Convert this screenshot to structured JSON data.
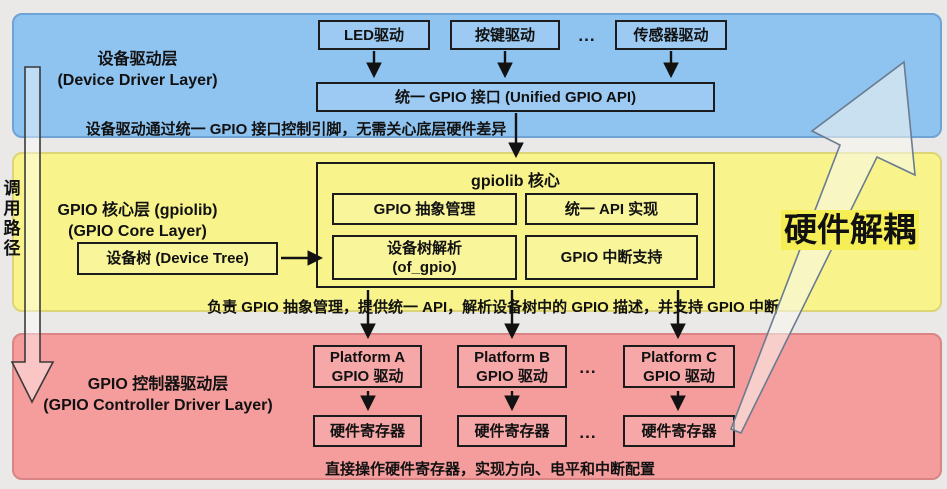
{
  "colors": {
    "layer_blue": "#8fc3f0",
    "layer_blue_border": "#6fa3d6",
    "layer_yellow": "#f8f48b",
    "layer_yellow_border": "#dcd476",
    "layer_red": "#f59c9c",
    "layer_red_border": "#da8585",
    "highlight_yellow": "#f5ee55",
    "box_border": "#1c1c1c",
    "arrow_color": "#111111"
  },
  "side": {
    "call_path": "调用路径",
    "decoupling": "硬件解耦"
  },
  "device_layer": {
    "title_zh": "设备驱动层",
    "title_en": "(Device Driver Layer)",
    "drivers": [
      "LED驱动",
      "按键驱动",
      "传感器驱动"
    ],
    "unified_api": "统一 GPIO 接口 (Unified GPIO API)",
    "caption": "设备驱动通过统一 GPIO 接口控制引脚，无需关心底层硬件差异"
  },
  "core_layer": {
    "title_zh": "GPIO 核心层 (gpiolib)",
    "title_en": "(GPIO Core Layer)",
    "device_tree": "设备树 (Device Tree)",
    "gpiolib_title": "gpiolib 核心",
    "module_abstract": "GPIO 抽象管理",
    "module_api": "统一 API 实现",
    "module_dt_1": "设备树解析",
    "module_dt_2": "(of_gpio)",
    "module_irq": "GPIO 中断支持",
    "caption": "负责 GPIO 抽象管理，提供统一 API，解析设备树中的 GPIO 描述，并支持 GPIO 中断"
  },
  "controller_layer": {
    "title_zh": "GPIO 控制器驱动层",
    "title_en": "(GPIO Controller Driver Layer)",
    "platforms": [
      {
        "name": "Platform A",
        "sub": "GPIO 驱动"
      },
      {
        "name": "Platform B",
        "sub": "GPIO 驱动"
      },
      {
        "name": "Platform C",
        "sub": "GPIO 驱动"
      }
    ],
    "registers": [
      "硬件寄存器",
      "硬件寄存器",
      "硬件寄存器"
    ],
    "caption": "直接操作硬件寄存器，实现方向、电平和中断配置"
  },
  "misc": {
    "ellipsis": "..."
  }
}
